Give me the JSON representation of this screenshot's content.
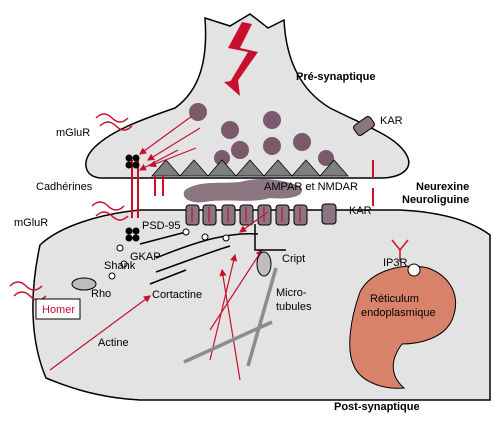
{
  "labels": {
    "pre_synaptique": "Pré-synaptique",
    "post_synaptique": "Post-synaptique",
    "mglur_top": "mGluR",
    "mglur_left": "mGluR",
    "kar_top": "KAR",
    "kar_mid": "KAR",
    "cadherines": "Cadhérines",
    "ampar_nmdar": "AMPAR et NMDAR",
    "neurexine": "Neurexine",
    "neuroliguine": "Neuroliguine",
    "psd95": "PSD-95",
    "gkap": "GKAP",
    "shank": "Shank",
    "rho": "Rho",
    "homer": "Homer",
    "cortactine": "Cortactine",
    "cript": "Cript",
    "microtubules_1": "Micro-",
    "microtubules_2": "tubules",
    "ip3r": "IP3R",
    "reticulum_1": "Réticulum",
    "reticulum_2": "endoplasmique",
    "actine": "Actine"
  },
  "colors": {
    "membrane_fill": "#e3e3e3",
    "accent_red": "#c8102e",
    "vesicle": "#7a5a6a",
    "er_fill": "#d9826a",
    "triangle": "#7f7f7f",
    "receptor": "#8a7580",
    "microtubule": "#8c8c8c"
  }
}
